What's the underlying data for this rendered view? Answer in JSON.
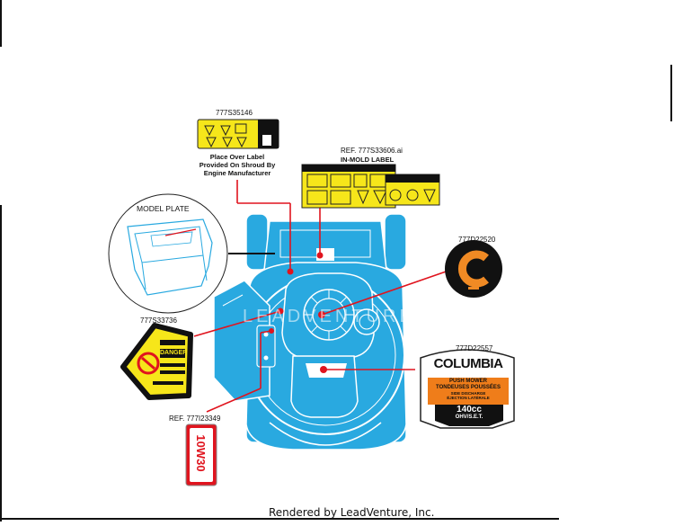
{
  "parts": {
    "label_engine_warning": {
      "part_number": "777S35146",
      "note_lines": [
        "Place Over Label",
        "Provided On Shroud By",
        "Engine Manufacturer"
      ]
    },
    "label_inmold": {
      "ref_prefix": "REF.",
      "part_number": "777S33606.ai",
      "title": "IN-MOLD LABEL"
    },
    "label_c_logo": {
      "part_number": "777D22520",
      "letter": "C"
    },
    "label_columbia": {
      "part_number": "777D22557",
      "brand": "COLUMBIA",
      "line1": "PUSH MOWER",
      "line2": "TONDEUSES POUSSÉES",
      "line3": "SIDE DISCHARGE",
      "line4": "ÉJECTION LATÉRALE",
      "displacement": "140cc",
      "engine": "OHV/S.E.T."
    },
    "label_danger": {
      "part_number": "777S33736",
      "word": "DANGER"
    },
    "label_oil": {
      "ref_prefix": "REF.",
      "part_number": "777I23349",
      "text": "10W30"
    },
    "model_plate": {
      "label": "MODEL PLATE"
    }
  },
  "watermark": {
    "text": "LEADVENTURE"
  },
  "footer": {
    "text": "Rendered by LeadVenture, Inc."
  },
  "colors": {
    "mower_blue": "#29a9e0",
    "callout_red": "#e0141e",
    "label_yellow": "#f6e61a",
    "c_orange": "#f08a24",
    "columbia_orange": "#ef7d1a"
  }
}
